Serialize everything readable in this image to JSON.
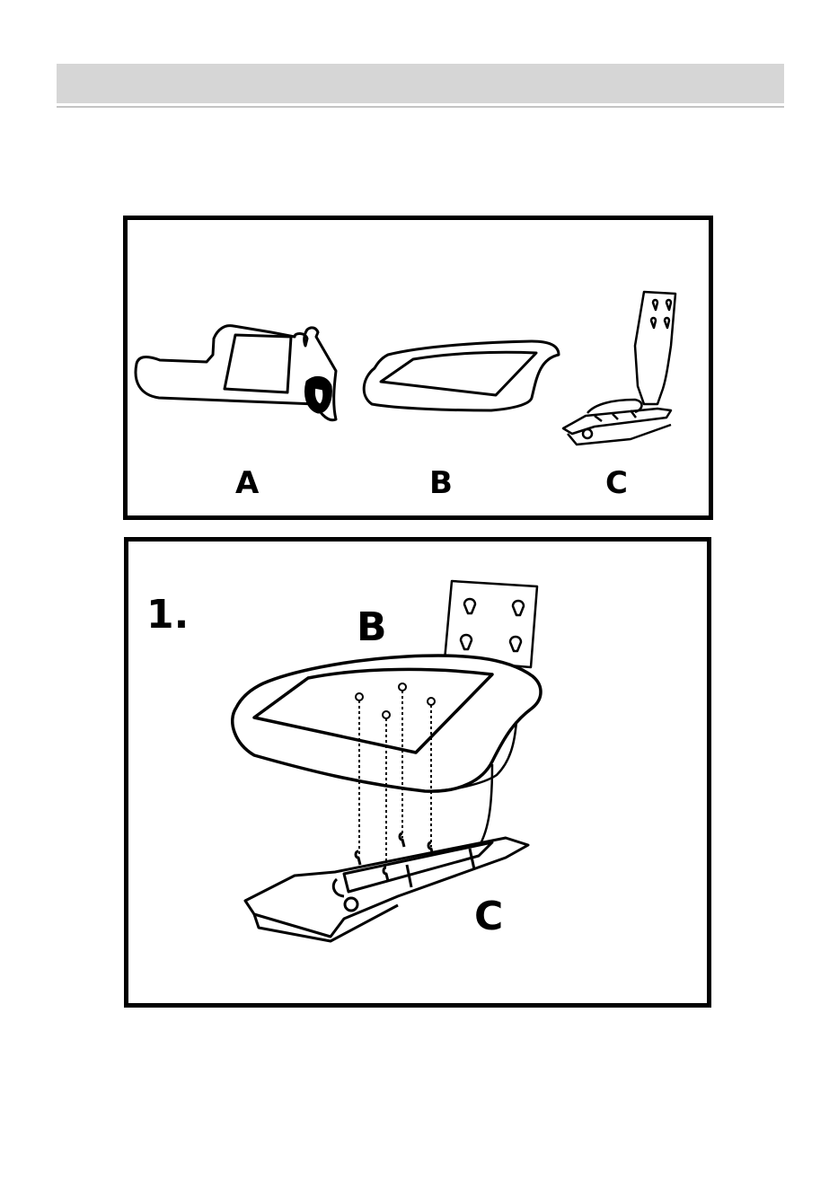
{
  "header": {
    "title": ""
  },
  "parts_panel": {
    "labels": {
      "a": "A",
      "b": "B",
      "c": "C"
    },
    "icons": [
      "armrest-icon",
      "seat-cushion-icon",
      "seat-frame-icon"
    ]
  },
  "step_panel": {
    "step_number": "1.",
    "labels": {
      "b": "B",
      "c": "C"
    },
    "icons": [
      "seat-cushion-icon",
      "seat-frame-icon",
      "screw-icon"
    ]
  },
  "colors": {
    "line": "#000000",
    "header_bar": "#d6d6d6",
    "background": "#ffffff"
  }
}
